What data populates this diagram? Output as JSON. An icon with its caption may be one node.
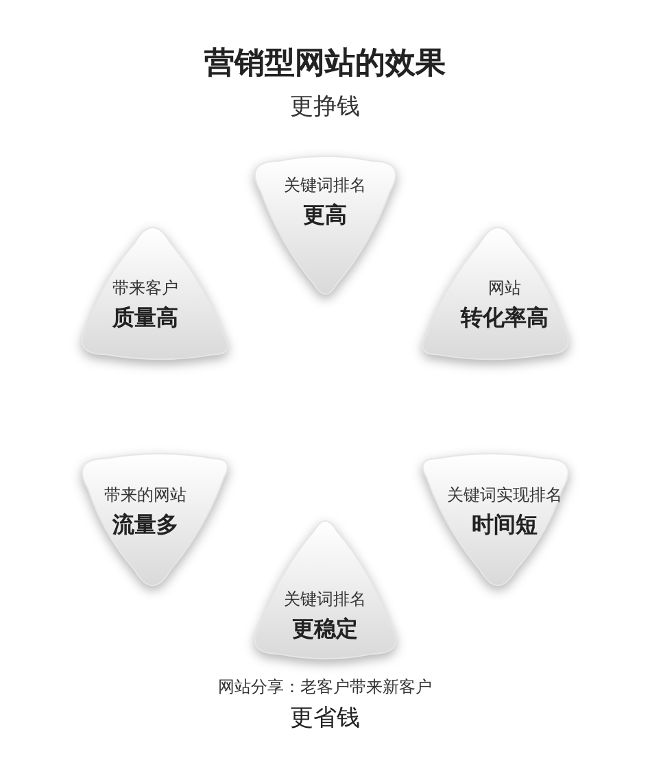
{
  "diagram": {
    "title": "营销型网站的效果",
    "nodes": [
      {
        "text": [
          "关键词排名",
          "更高"
        ]
      },
      {
        "text": [
          "网站",
          "转化率高"
        ]
      },
      {
        "text": [
          "关键词实现排名",
          "时间短"
        ]
      },
      {
        "text": [
          "关键词排名",
          "更稳定"
        ]
      },
      {
        "text": [
          "带来的网站",
          "流量多"
        ]
      },
      {
        "text": [
          "带来客户",
          "质量高"
        ]
      }
    ],
    "labels": [
      "更挣钱",
      "网站分享：老客户带来新客户",
      "更省钱"
    ]
  }
}
